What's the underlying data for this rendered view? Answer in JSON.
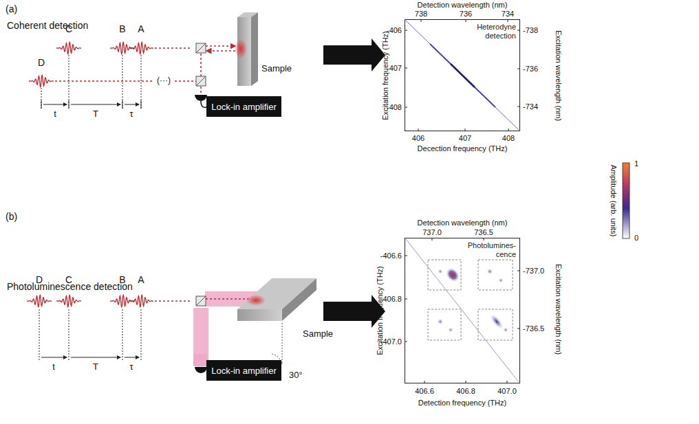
{
  "diagram": {
    "nodes": [
      {
        "text": [
          "Lock-in amplifier"
        ]
      },
      {
        "text": [
          "Heterodyne detection"
        ]
      },
      {
        "text": [
          "Lock-in amplifier"
        ]
      },
      {
        "text": [
          "Photolumines- cence"
        ]
      }
    ],
    "labels": [
      "(a)",
      "Coherent detection",
      "C",
      "B",
      "A",
      "D",
      "t",
      "T",
      "τ",
      "(···)",
      "Sample",
      "(b)",
      "Photoluminescence detection",
      "D",
      "C",
      "B",
      "A",
      "t",
      "T",
      "τ",
      "Sample",
      "30°",
      "Detection wavelength (nm)",
      "738",
      "736",
      "734",
      "Excitation frequency (THz)",
      "-406",
      "-407",
      "-408",
      "Excitation wavelength (nm)",
      "-738",
      "-736",
      "-734",
      "406",
      "407",
      "408",
      "Decection frequency (THz)",
      "1",
      "0",
      "Amplitude (arb. units)",
      "Detection wavelength (nm)",
      "737.0",
      "736.5",
      "Excitation frequency (THz)",
      "-406.6",
      "-406.8",
      "-407.0",
      "Excitation wavelength (nm)",
      "-737.0",
      "-736.5",
      "406.6",
      "406.8",
      "407.0",
      "Detection frequency (THz)"
    ]
  }
}
